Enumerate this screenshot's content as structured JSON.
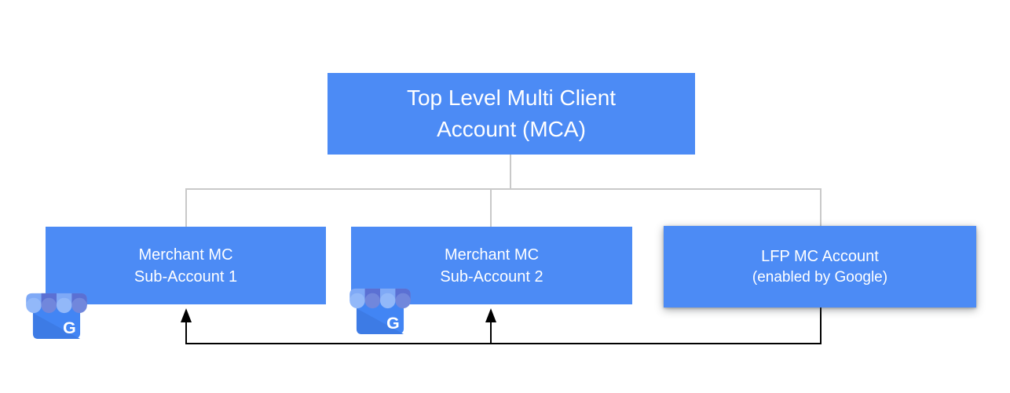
{
  "diagram": {
    "colors": {
      "node_fill": "#4C8BF5",
      "node_text": "#ffffff",
      "tree_connector": "#C9C9C9",
      "feed_connector": "#000000",
      "icon_body": "#4285F4",
      "icon_body_shade": "#3D7BE5",
      "icon_awning_light": "#7FA9F6",
      "icon_awning_light_scallop": "#92B8F9",
      "icon_awning_dark": "#5B70D3",
      "icon_awning_dark_scallop": "#7187DC"
    },
    "nodes": {
      "mca": {
        "line1": "Top Level Multi Client",
        "line2": "Account (MCA)"
      },
      "sub1": {
        "line1": "Merchant MC",
        "line2": "Sub-Account 1",
        "icon": "google-business-profile-icon"
      },
      "sub2": {
        "line1": "Merchant MC",
        "line2": "Sub-Account 2",
        "icon": "google-business-profile-icon"
      },
      "lfp": {
        "line1": "LFP MC Account",
        "line2": "(enabled by Google)"
      }
    },
    "icons": {
      "google_letter": "G"
    }
  }
}
